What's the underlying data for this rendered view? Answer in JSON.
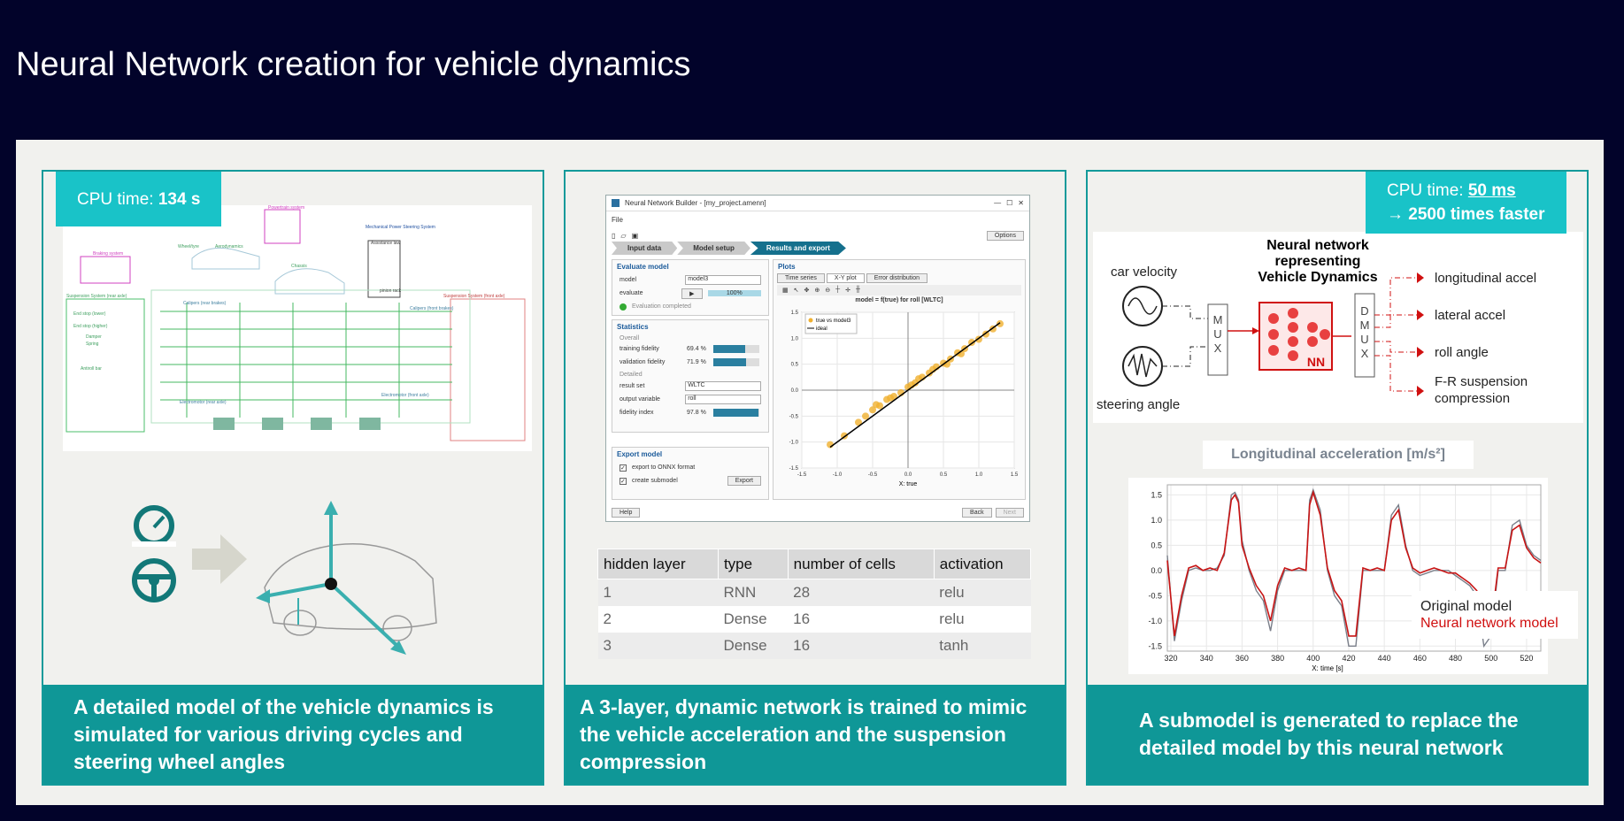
{
  "title": "Neural Network creation for vehicle dynamics",
  "panel1": {
    "cpu_label": "CPU time: ",
    "cpu_value": "134 s",
    "caption": "A detailed model of the vehicle dynamics is simulated for various driving cycles and steering wheel angles",
    "diagram_labels": [
      "Powertrain system",
      "Mechanical Power Steering System",
      "Braking system",
      "Wheel/tyre",
      "Aerodynamics",
      "Chassis",
      "Suspension System (rear axle)",
      "Suspension System (front axle)",
      "Electromotor (front axle)",
      "Electromotor (rear axle)",
      "Calipers (front brakes)",
      "Calipers (rear brakes)",
      "pinion rack",
      "Assistance law",
      "End stop (lower)",
      "End stop (higher)",
      "Damper",
      "Spring",
      "Antiroll bar"
    ]
  },
  "panel2": {
    "caption": "A 3-layer, dynamic network is trained to mimic the vehicle acceleration and the suspension compression",
    "window": {
      "title": "Neural Network Builder - [my_project.amenn]",
      "menu": "File",
      "options_button": "Options",
      "steps": [
        "Input data",
        "Model setup",
        "Results and export"
      ],
      "evaluate": {
        "heading": "Evaluate model",
        "model_label": "model",
        "model_value": "model3",
        "evaluate_label": "evaluate",
        "evaluate_progress": "100%",
        "status": "Evaluation completed"
      },
      "statistics": {
        "heading": "Statistics",
        "overall": "Overall",
        "training_label": "training fidelity",
        "training_value": "69.4 %",
        "training_fraction": 0.694,
        "validation_label": "validation fidelity",
        "validation_value": "71.9 %",
        "validation_fraction": 0.719,
        "detailed": "Detailed",
        "result_set_label": "result set",
        "result_set_value": "WLTC",
        "output_label": "output variable",
        "output_value": "roll",
        "fidelity_label": "fidelity index",
        "fidelity_value": "97.8 %",
        "fidelity_fraction": 0.978
      },
      "export": {
        "heading": "Export model",
        "onnx": "export to ONNX format",
        "submodel": "create submodel",
        "button": "Export"
      },
      "plots": {
        "heading": "Plots",
        "tabs": [
          "Time series",
          "X-Y plot",
          "Error distribution"
        ],
        "title": "model = f(true) for roll [WLTC]",
        "legend": [
          "true vs model3",
          "ideal"
        ],
        "xlabel": "X: true"
      },
      "help_button": "Help",
      "back_button": "Back",
      "next_button": "Next"
    },
    "table": {
      "headers": [
        "hidden layer",
        "type",
        "number of cells",
        "activation"
      ],
      "rows": [
        [
          "1",
          "RNN",
          "28",
          "relu"
        ],
        [
          "2",
          "Dense",
          "16",
          "relu"
        ],
        [
          "3",
          "Dense",
          "16",
          "tanh"
        ]
      ]
    }
  },
  "panel3": {
    "cpu_label": "CPU time: ",
    "cpu_value": "50 ms",
    "cpu_line2": "→ 2500 times faster",
    "caption": "A submodel is generated to replace the detailed model by this neural network",
    "nn_title": [
      "Neural network",
      "representing",
      "Vehicle Dynamics"
    ],
    "inputs": [
      "car velocity",
      "steering angle"
    ],
    "mux": "MUX",
    "demux": "DMUX",
    "nn": "NN",
    "outputs": [
      "longitudinal accel",
      "lateral accel",
      "roll angle",
      "F-R suspension",
      "compression"
    ],
    "chart_title": "Longitudinal acceleration [m/s²]",
    "legend_original": "Original model",
    "legend_nn": "Neural network model",
    "xlabel": "X: time [s]"
  },
  "colors": {
    "teal": "#0f9797",
    "cyan": "#19c3c8",
    "navy": "#02032a",
    "red": "#c81414"
  },
  "chart_data": [
    {
      "type": "scatter",
      "title": "model = f(true) for roll [WLTC]",
      "xlabel": "X: true",
      "ylabel": "",
      "xlim": [
        -1.5,
        1.5
      ],
      "ylim": [
        -1.5,
        1.5
      ],
      "xticks": [
        -1.5,
        -1.0,
        -0.5,
        0.0,
        0.5,
        1.0,
        1.5
      ],
      "yticks": [
        -1.5,
        -1.0,
        -0.5,
        0.0,
        0.5,
        1.0,
        1.5
      ],
      "series": [
        {
          "name": "true vs model3",
          "color": "#f0b030",
          "x": [
            -1.1,
            -0.9,
            -0.7,
            -0.5,
            -0.4,
            -0.3,
            -0.2,
            -0.1,
            0.0,
            0.1,
            0.2,
            0.3,
            0.4,
            0.5,
            0.6,
            0.7,
            0.8,
            0.9,
            1.0,
            1.1,
            1.2,
            1.3,
            -0.6,
            -0.45,
            0.15,
            0.35,
            0.55,
            0.75,
            -0.25,
            0.05
          ],
          "y": [
            -1.05,
            -0.88,
            -0.62,
            -0.38,
            -0.3,
            -0.18,
            -0.12,
            -0.05,
            0.06,
            0.14,
            0.25,
            0.33,
            0.45,
            0.52,
            0.6,
            0.72,
            0.8,
            0.92,
            0.98,
            1.08,
            1.18,
            1.28,
            -0.5,
            -0.28,
            0.22,
            0.4,
            0.5,
            0.7,
            -0.15,
            0.1
          ]
        },
        {
          "name": "ideal",
          "color": "#000000",
          "x": [
            -1.1,
            1.3
          ],
          "y": [
            -1.1,
            1.3
          ]
        }
      ],
      "grid": true,
      "legend": "top-left"
    },
    {
      "type": "line",
      "title": "Longitudinal acceleration [m/s²]",
      "xlabel": "X: time [s]",
      "ylabel": "",
      "xlim": [
        318,
        528
      ],
      "ylim": [
        -1.6,
        1.7
      ],
      "xticks": [
        320,
        340,
        360,
        380,
        400,
        420,
        440,
        460,
        480,
        500,
        520
      ],
      "yticks": [
        -1.5,
        -1.0,
        -0.5,
        0.0,
        0.5,
        1.0,
        1.5
      ],
      "x": [
        318,
        322,
        326,
        330,
        334,
        338,
        342,
        346,
        350,
        354,
        356,
        358,
        360,
        364,
        368,
        372,
        376,
        380,
        384,
        388,
        392,
        396,
        398,
        400,
        404,
        408,
        412,
        416,
        420,
        424,
        428,
        432,
        436,
        440,
        444,
        448,
        452,
        456,
        460,
        464,
        468,
        472,
        476,
        480,
        484,
        488,
        492,
        496,
        500,
        504,
        508,
        512,
        516,
        520,
        524,
        528
      ],
      "series": [
        {
          "name": "Original model",
          "color": "#7a7f8a",
          "values": [
            0.3,
            -1.4,
            -0.6,
            0.0,
            0.05,
            0.0,
            0.0,
            0.05,
            0.3,
            1.5,
            1.55,
            1.4,
            0.6,
            0.0,
            -0.4,
            -0.6,
            -1.2,
            -0.4,
            0.0,
            0.0,
            0.0,
            0.0,
            1.4,
            1.6,
            1.2,
            0.0,
            -0.5,
            -0.7,
            -1.5,
            -1.5,
            0.0,
            0.0,
            0.0,
            0.0,
            1.1,
            1.3,
            0.5,
            0.0,
            -0.1,
            -0.05,
            0.0,
            0.0,
            0.0,
            -0.1,
            -0.2,
            -0.3,
            -0.5,
            -1.5,
            -1.3,
            0.0,
            0.0,
            0.9,
            1.0,
            0.5,
            0.3,
            0.2
          ]
        },
        {
          "name": "Neural network model",
          "color": "#c81414",
          "values": [
            0.2,
            -1.3,
            -0.5,
            0.05,
            0.1,
            0.0,
            0.05,
            0.0,
            0.35,
            1.4,
            1.5,
            1.35,
            0.5,
            0.05,
            -0.3,
            -0.5,
            -1.0,
            -0.3,
            0.05,
            0.0,
            0.05,
            0.0,
            1.3,
            1.55,
            1.1,
            0.05,
            -0.4,
            -0.6,
            -1.3,
            -1.3,
            0.05,
            0.0,
            0.05,
            0.0,
            1.0,
            1.2,
            0.45,
            0.05,
            -0.05,
            0.0,
            0.05,
            0.0,
            -0.05,
            -0.05,
            -0.15,
            -0.25,
            -0.4,
            -1.3,
            -1.1,
            0.05,
            0.05,
            0.8,
            0.9,
            0.45,
            0.25,
            0.15
          ]
        }
      ],
      "grid": true,
      "legend": "bottom-right"
    }
  ]
}
